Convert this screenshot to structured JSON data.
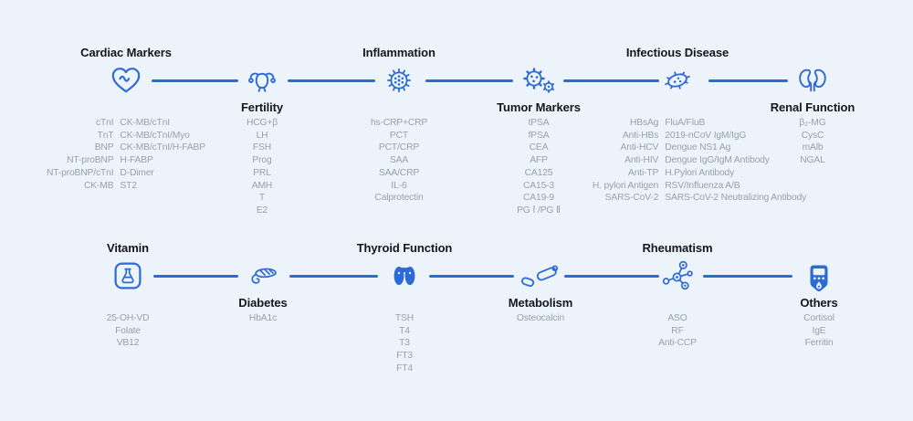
{
  "canvas": {
    "background": "#edf3fa",
    "accent_blue": "#2c6ad6",
    "title_color": "#14171d",
    "item_color": "#95a1b0"
  },
  "rows": [
    {
      "sections": [
        {
          "id": "cardiac-markers",
          "title": "Cardiac Markers",
          "title_position": "above",
          "icon": "heart-pulse-icon",
          "columns": [
            [
              "cTnI",
              "TnT",
              "BNP",
              "NT-proBNP",
              "NT-proBNP/cTnI",
              "CK-MB"
            ],
            [
              "CK-MB/cTnI",
              "CK-MB/cTnI/Myo",
              "CK-MB/cTnI/H-FABP",
              "H-FABP",
              "D-Dimer",
              "ST2"
            ]
          ]
        },
        {
          "id": "fertility",
          "title": "Fertility",
          "title_position": "below",
          "icon": "uterus-icon",
          "items": [
            "HCG+β",
            "LH",
            "FSH",
            "Prog",
            "PRL",
            "AMH",
            "T",
            "E2"
          ]
        },
        {
          "id": "inflammation",
          "title": "Inflammation",
          "title_position": "above",
          "icon": "virus-icon",
          "items": [
            "hs-CRP+CRP",
            "PCT",
            "PCT/CRP",
            "SAA",
            "SAA/CRP",
            "IL-6",
            "Calprotectin"
          ]
        },
        {
          "id": "tumor-markers",
          "title": "Tumor Markers",
          "title_position": "below",
          "icon": "gears-icon",
          "items": [
            "tPSA",
            "fPSA",
            "CEA",
            "AFP",
            "CA125",
            "CA15-3",
            "CA19-9",
            "PG Ⅰ /PG Ⅱ"
          ]
        },
        {
          "id": "infectious-disease",
          "title": "Infectious Disease",
          "title_position": "above",
          "icon": "bacterium-icon",
          "columns": [
            [
              "HBsAg",
              "Anti-HBs",
              "Anti-HCV",
              "Anti-HIV",
              "Anti-TP",
              "H. pylori Antigen",
              "SARS-CoV-2"
            ],
            [
              "FluA/FluB",
              "2019-nCoV IgM/IgG",
              "Dengue NS1 Ag",
              "Dengue IgG/IgM Antibody",
              "H.Pylori Antibody",
              "RSV/Influenza A/B",
              "SARS-CoV-2 Neutralizing Antibody"
            ]
          ]
        },
        {
          "id": "renal-function",
          "title": "Renal Function",
          "title_position": "below",
          "icon": "kidneys-icon",
          "items": [
            "β₂-MG",
            "CysC",
            "mAlb",
            "NGAL"
          ]
        }
      ]
    },
    {
      "sections": [
        {
          "id": "vitamin",
          "title": "Vitamin",
          "title_position": "above",
          "icon": "flask-icon",
          "items": [
            "25-OH-VD",
            "Folate",
            "VB12"
          ]
        },
        {
          "id": "diabetes",
          "title": "Diabetes",
          "title_position": "below",
          "icon": "pancreas-icon",
          "items": [
            "HbA1c"
          ]
        },
        {
          "id": "thyroid-function",
          "title": "Thyroid Function",
          "title_position": "above",
          "icon": "thyroid-icon",
          "items": [
            "TSH",
            "T4",
            "T3",
            "FT3",
            "FT4"
          ]
        },
        {
          "id": "metabolism",
          "title": "Metabolism",
          "title_position": "below",
          "icon": "bone-joint-icon",
          "items": [
            "Osteocalcin"
          ]
        },
        {
          "id": "rheumatism",
          "title": "Rheumatism",
          "title_position": "above",
          "icon": "molecule-icon",
          "items": [
            "ASO",
            "RF",
            "Anti-CCP"
          ]
        },
        {
          "id": "others",
          "title": "Others",
          "title_position": "below",
          "icon": "glucometer-icon",
          "items": [
            "Cortisol",
            "IgE",
            "Ferritin"
          ]
        }
      ]
    }
  ]
}
